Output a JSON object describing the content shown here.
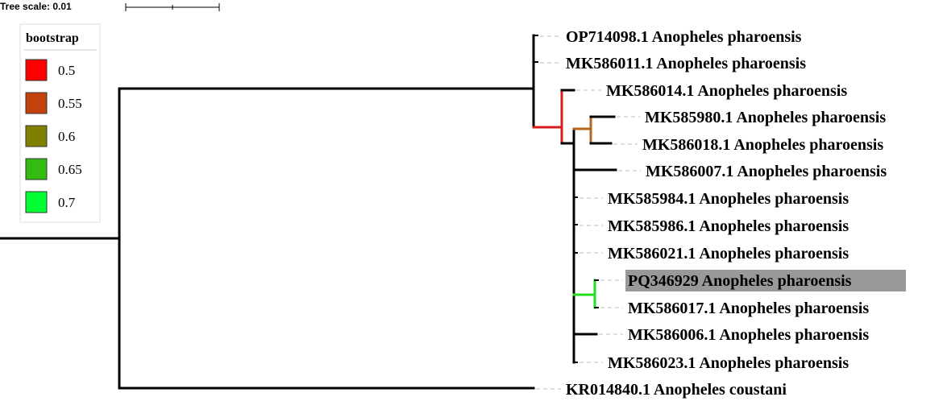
{
  "scale": {
    "label": "Tree scale: 0.01"
  },
  "legend": {
    "title": "bootstrap",
    "items": [
      {
        "label": "0.5",
        "color": "#ff0000"
      },
      {
        "label": "0.55",
        "color": "#c2410c"
      },
      {
        "label": "0.6",
        "color": "#808000"
      },
      {
        "label": "0.65",
        "color": "#33bb11"
      },
      {
        "label": "0.7",
        "color": "#00ff33"
      }
    ]
  },
  "leaves": [
    {
      "label": "OP714098.1 Anopheles pharoensis",
      "highlighted": false
    },
    {
      "label": "MK586011.1 Anopheles pharoensis",
      "highlighted": false
    },
    {
      "label": "MK586014.1 Anopheles pharoensis",
      "highlighted": false
    },
    {
      "label": "MK585980.1 Anopheles pharoensis",
      "highlighted": false
    },
    {
      "label": "MK586018.1 Anopheles pharoensis",
      "highlighted": false
    },
    {
      "label": "MK586007.1 Anopheles pharoensis",
      "highlighted": false
    },
    {
      "label": "MK585984.1 Anopheles pharoensis",
      "highlighted": false
    },
    {
      "label": "MK585986.1 Anopheles pharoensis",
      "highlighted": false
    },
    {
      "label": "MK586021.1 Anopheles pharoensis",
      "highlighted": false
    },
    {
      "label": "PQ346929 Anopheles pharoensis",
      "highlighted": true
    },
    {
      "label": "MK586017.1 Anopheles pharoensis",
      "highlighted": false
    },
    {
      "label": "MK586006.1 Anopheles pharoensis",
      "highlighted": false
    },
    {
      "label": "MK586023.1 Anopheles pharoensis",
      "highlighted": false
    },
    {
      "label": "KR014840.1 Anopheles coustani",
      "highlighted": false
    }
  ],
  "highlight_color": "#999999",
  "branch_color": "#000000"
}
